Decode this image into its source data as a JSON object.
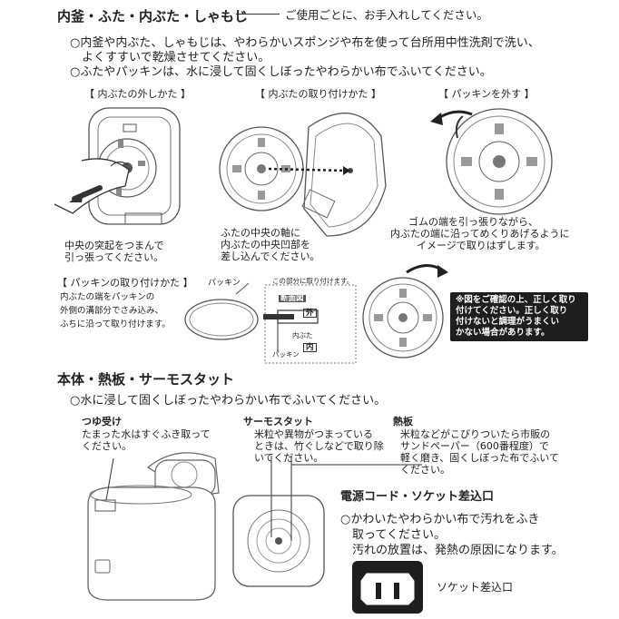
{
  "section1": {
    "title": "内釜・ふた・内ぶた・しゃもじ",
    "subtitle": "ご使用ごとに、お手入れしてください。",
    "bullet1_line1": "○内釜や内ぶた、しゃもじは、やわらかいスポンジや布を使って台所用中性洗剤で洗い、",
    "bullet1_line2": "よくすすいで乾燥させてください。",
    "bullet2": "○ふたやパッキンは、水に浸して固くしぼったやわらかい布でふいてください。"
  },
  "figures": {
    "remove_title": "【 内ぶたの外しかた 】",
    "remove_caption1": "中央の突起をつまんで",
    "remove_caption2": "引っ張ってください。",
    "attach_title": "【 内ぶたの取り付けかた 】",
    "attach_caption1": "ふたの中央の軸に",
    "attach_caption2": "内ぶたの中央凹部を",
    "attach_caption3": "差し込んでください。",
    "packing_remove_title": "【 パッキンを外す 】",
    "packing_remove_caption1": "ゴムの端を引っ張りながら、",
    "packing_remove_caption2": "内ぶたの端に沿ってめくりあげるように",
    "packing_remove_caption3": "イメージで取りはずします。",
    "packing_attach_title": "【 パッキンの取り付けかた 】",
    "packing_attach_line1": "内ぶたの端をパッキンの",
    "packing_attach_line2": "外側の溝部分でさみ込み、",
    "packing_attach_line3": "ふちに沿って取り付けます。",
    "packing_label": "パッキン",
    "section_note": "この部分に取り付けます。",
    "section_label": "断面図",
    "outer_label": "外",
    "inner_label": "内",
    "inner_lid_label": "内ぶた",
    "packing_label_small": "パッキン",
    "warning1": "※図をご確認の上、正しく取り",
    "warning2": "付けてください。正しく取り",
    "warning3": "付けないと調理がうまくい",
    "warning4": "かない場合があります。"
  },
  "section2": {
    "title": "本体・熱板・サーモスタット",
    "bullet": "○水に浸して固くしぼったやわらかい布でふいてください。",
    "tsuyu_title": "つゆ受け",
    "tsuyu_line1": "たまった水はすぐふき取って",
    "tsuyu_line2": "ください。",
    "thermo_title": "サーモスタット",
    "thermo_line1": "米粒や異物がつまっている",
    "thermo_line2": "ときは、竹ぐしなどで取り除",
    "thermo_line3": "いてください。",
    "plate_title": "熱板",
    "plate_line1": "米粒などがこびりついたら市販の",
    "plate_line2": "サンドペーパー（600番程度）で",
    "plate_line3": "軽く磨き、固くしぼった布でふいて",
    "plate_line4": "ください。"
  },
  "section3": {
    "title": "電源コード・ソケット差込口",
    "line1": "○かわいたやわらかい布で汚れをふき",
    "line2": "取ってください。",
    "line3": "汚れの放置は、発熱の原因になります。",
    "socket_label": "ソケット差込口"
  }
}
